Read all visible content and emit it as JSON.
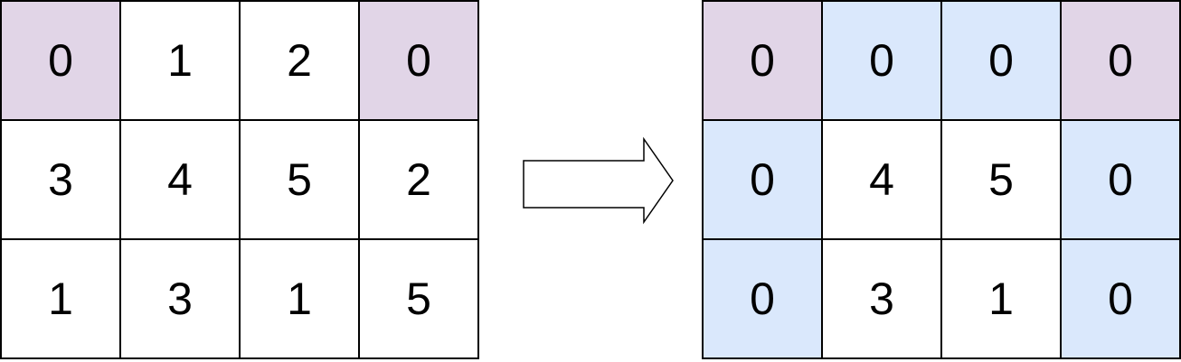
{
  "colors": {
    "pink": "#e1d5e7",
    "blue": "#dae8fc",
    "white": "#ffffff"
  },
  "input_matrix": [
    [
      {
        "v": "0",
        "c": "pink"
      },
      {
        "v": "1",
        "c": "white"
      },
      {
        "v": "2",
        "c": "white"
      },
      {
        "v": "0",
        "c": "pink"
      }
    ],
    [
      {
        "v": "3",
        "c": "white"
      },
      {
        "v": "4",
        "c": "white"
      },
      {
        "v": "5",
        "c": "white"
      },
      {
        "v": "2",
        "c": "white"
      }
    ],
    [
      {
        "v": "1",
        "c": "white"
      },
      {
        "v": "3",
        "c": "white"
      },
      {
        "v": "1",
        "c": "white"
      },
      {
        "v": "5",
        "c": "white"
      }
    ]
  ],
  "output_matrix": [
    [
      {
        "v": "0",
        "c": "pink"
      },
      {
        "v": "0",
        "c": "blue"
      },
      {
        "v": "0",
        "c": "blue"
      },
      {
        "v": "0",
        "c": "pink"
      }
    ],
    [
      {
        "v": "0",
        "c": "blue"
      },
      {
        "v": "4",
        "c": "white"
      },
      {
        "v": "5",
        "c": "white"
      },
      {
        "v": "0",
        "c": "blue"
      }
    ],
    [
      {
        "v": "0",
        "c": "blue"
      },
      {
        "v": "3",
        "c": "white"
      },
      {
        "v": "1",
        "c": "white"
      },
      {
        "v": "0",
        "c": "blue"
      }
    ]
  ]
}
